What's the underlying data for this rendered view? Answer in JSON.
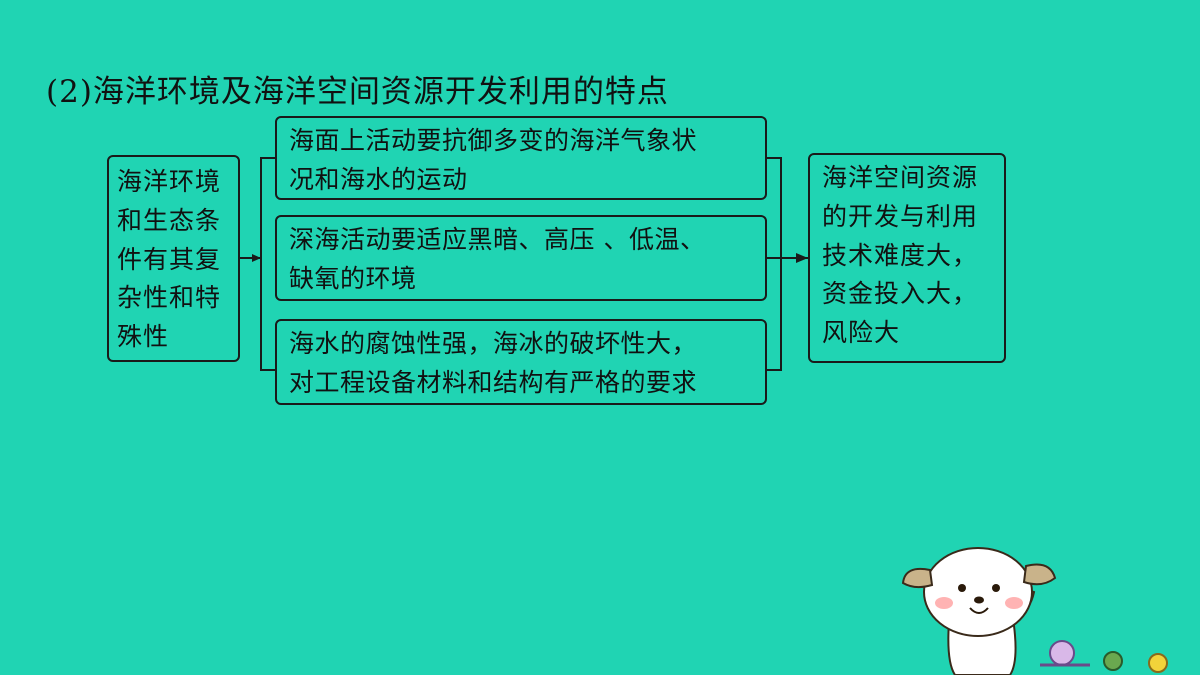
{
  "title": "(2)海洋环境及海洋空间资源开发利用的特点",
  "left_box": {
    "lines": [
      "海洋环境",
      "和生态条",
      "件有其复",
      "杂性和特",
      "殊性"
    ]
  },
  "middle_boxes": [
    {
      "lines": [
        "海面上活动要抗御多变的海洋气象状",
        "况和海水的运动"
      ]
    },
    {
      "lines": [
        "深海活动要适应黑暗、高压 、低温、",
        "缺氧的环境"
      ]
    },
    {
      "lines": [
        "海水的腐蚀性强，海冰的破坏性大，",
        "对工程设备材料和结构有严格的要求"
      ]
    }
  ],
  "right_box": {
    "lines": [
      "海洋空间资源",
      "的开发与利用",
      "技术难度大，",
      "资金投入大，",
      "风险大"
    ]
  },
  "colors": {
    "background": "#20d4b3",
    "line": "#1a1a1a",
    "text": "#111111"
  },
  "decoration": "dog-and-snail-cartoon"
}
